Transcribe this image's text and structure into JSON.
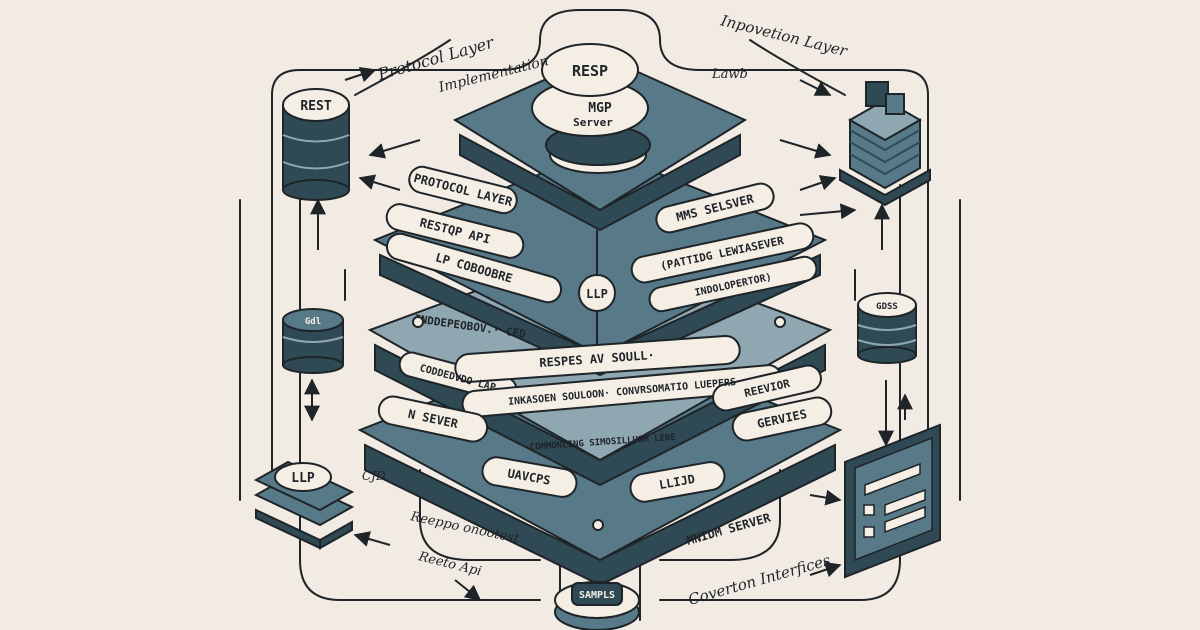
{
  "colors": {
    "background": "#f1ebe3",
    "slate": "#587a88",
    "slate_dark": "#2f4a55",
    "slate_light": "#8fa7b0",
    "ink": "#1e2428",
    "pill": "#f4eee5"
  },
  "labels": {
    "protocol_layer": "Protocol Layer",
    "implementation": "Implementation",
    "inpovetion_layer": "Inpovetion Layer",
    "lawb": "Lawb",
    "rest": "REST",
    "resp": "RESP",
    "mcp": "MGP",
    "server": "Server",
    "llp_center": "LLP",
    "protocol_layer_pill": "PROTOCOL LAYER",
    "restqp_api": "RESTQP API",
    "lp_coboobre": "LP COBOOBRE",
    "mms_selsver": "MMS SELSVER",
    "pattidg_lewia_sever": "(PATTIDG LEWIASEVER",
    "indolopertor": "INDOLOPERTOR)",
    "inddepeobov": "INDDEPEOBOV.· CED",
    "respes_av_soull": "RESPES AV SOULL·",
    "coddedvdo_lap": "CODDEDVDO LAP",
    "convrso_row": "·COMMONLING SIMOSILLUSM LEBE",
    "iocasion": "INKASOEN SOULOON· CONVRSOMATIO LUEPFRS",
    "reeview": "REEVIOR",
    "n_server": "N SEVER",
    "uavcps": "UAVCPS",
    "llijd": "LLIJD",
    "gervies": "GERVIES",
    "llp_left": "LLP",
    "cjd": "CJD",
    "respee_onootest": "Reeppo onootest",
    "reeto_api": "Reeto Api",
    "mnidm_server": "MNIDM SERVER",
    "coverton_interfices": "Coverton Interfices",
    "sampls": "SAMPLS",
    "gdl_badge": "Gdl",
    "gdss_badge": "GDSS"
  }
}
